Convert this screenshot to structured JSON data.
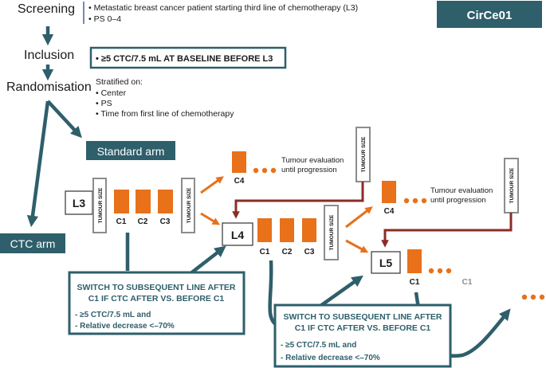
{
  "colors": {
    "teal": "#2e5f6b",
    "orange": "#e8711a",
    "dark_red": "#8b2c25",
    "gray": "#8c8c8c",
    "white": "#ffffff",
    "text": "#1a1a1a"
  },
  "badge": "CirCe01",
  "steps": {
    "screening": "Screening",
    "inclusion": "Inclusion",
    "randomisation": "Randomisation"
  },
  "screening_criteria": [
    "• Metastatic breast cancer patient starting third line of chemotherapy (L3)",
    "• PS 0–4"
  ],
  "inclusion_criterion": "• ≥5 CTC/7.5 mL AT BASELINE BEFORE L3",
  "stratified": {
    "title": "Stratified on:",
    "items": [
      "• Center",
      "• PS",
      "• Time from first line of chemotherapy"
    ]
  },
  "arms": {
    "standard": "Standard arm",
    "ctc": "CTC arm"
  },
  "lines": {
    "l3": "L3",
    "l4": "L4",
    "l5": "L5"
  },
  "cycles": {
    "c1": "C1",
    "c2": "C2",
    "c3": "C3",
    "c4": "C4"
  },
  "tumour_size": "TUMOUR SIZE",
  "tumour_eval": [
    "Tumour evaluation",
    "until progression"
  ],
  "switch_box_1": {
    "title": [
      "SWITCH TO SUBSEQUENT LINE AFTER",
      "C1 IF CTC AFTER VS. BEFORE C1"
    ],
    "items": [
      "- ≥5 CTC/7.5 mL and",
      "- Relative decrease <–70%"
    ]
  },
  "switch_box_2": {
    "title": [
      "SWITCH TO SUBSEQUENT LINE AFTER",
      "C1 IF CTC AFTER VS. BEFORE C1"
    ],
    "items": [
      "- ≥5 CTC/7.5 mL and",
      "- Relative decrease <–70%"
    ]
  }
}
